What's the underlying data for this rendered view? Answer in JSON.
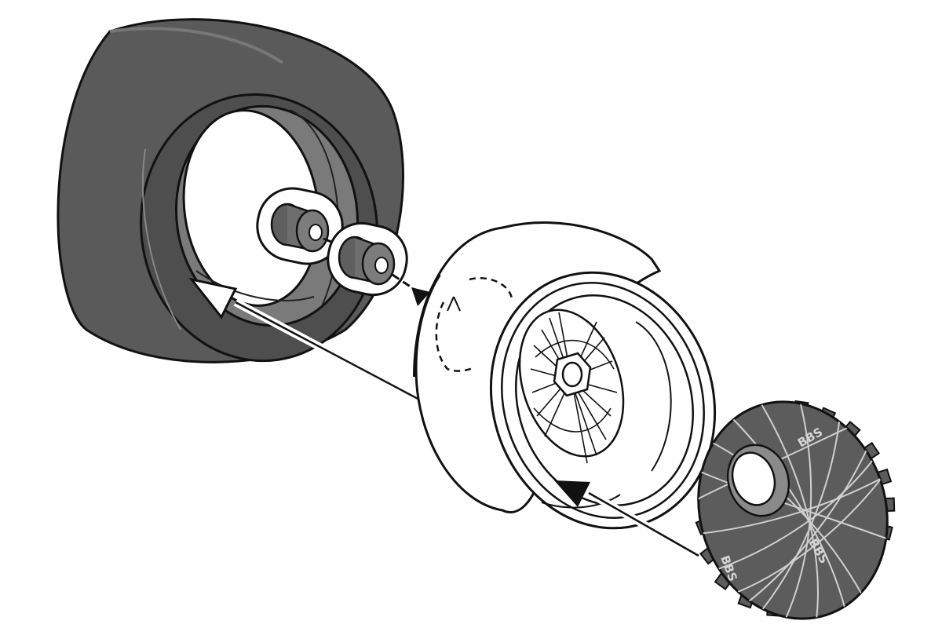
{
  "diagram": {
    "parts": [
      {
        "id": "tire",
        "icon": "tire-icon"
      },
      {
        "id": "bushing-1",
        "icon": "bushing-icon"
      },
      {
        "id": "bushing-2",
        "icon": "bushing-icon"
      },
      {
        "id": "wheel-rim",
        "icon": "wheel-rim-icon"
      },
      {
        "id": "hub-nut",
        "icon": "hex-nut-icon"
      },
      {
        "id": "brake-disc-cover",
        "icon": "brake-disc-icon"
      }
    ],
    "disc_logo": "BBS",
    "colors": {
      "tire": "#5a5a5a",
      "tire_inner": "#7a7a7a",
      "bushing": "#6e6e6e",
      "rim": "#ffffff",
      "disc": "#5c5c5c",
      "disc_lines": "#d0d0d0",
      "outline": "#111111"
    }
  }
}
